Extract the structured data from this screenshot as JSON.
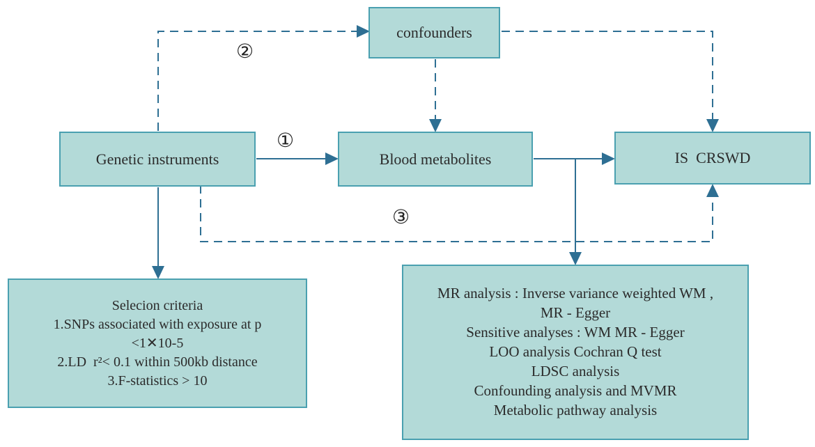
{
  "nodes": {
    "confounders": "confounders",
    "genetic": "Genetic instruments",
    "blood": "Blood metabolites",
    "outcome": "IS  CRSWD",
    "selection": [
      "Selecion criteria",
      "1.SNPs associated with exposure at p",
      "<1✕10-5",
      "2.LD  r²< 0.1 within 500kb distance",
      "3.F-statistics > 10"
    ],
    "analysis": [
      "MR analysis : Inverse variance weighted WM ,",
      "MR - Egger",
      "Sensitive analyses : WM MR - Egger",
      "LOO analysis Cochran Q test",
      "LDSC analysis",
      "Confounding analysis and MVMR",
      "Metabolic pathway analysis"
    ]
  },
  "markers": {
    "one": "①",
    "two": "②",
    "three": "③"
  },
  "colors": {
    "box_fill": "#b3dad8",
    "box_border": "#4aa0b0",
    "arrow": "#2e6f93"
  }
}
